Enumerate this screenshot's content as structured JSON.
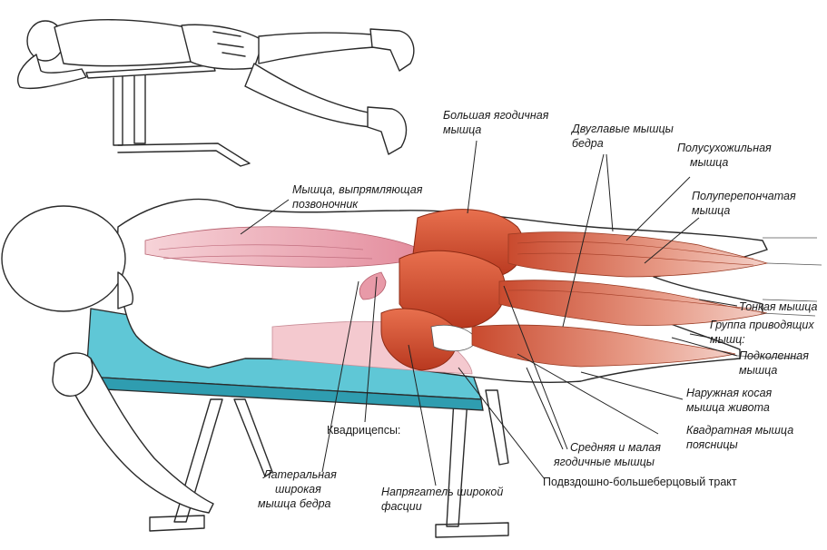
{
  "labels": {
    "gluteus_maximus_1": "Большая ягодичная",
    "gluteus_maximus_2": "мышца",
    "biceps_femoris_1": "Двуглавые мышцы",
    "biceps_femoris_2": "бедра",
    "semitendinosus_1": "Полусухожильная",
    "semitendinosus_2": "мышца",
    "semimembranosus_1": "Полуперепончатая",
    "semimembranosus_2": "мышца",
    "erector_spinae_1": "Мышца, выпрямляющая",
    "erector_spinae_2": "позвоночник",
    "gracilis": "Тонкая мышца",
    "adductors_1": "Группа приводящих",
    "adductors_2": "мышц:",
    "popliteus_1": "Подколенная",
    "popliteus_2": "мышца",
    "external_oblique_1": "Наружная косая",
    "external_oblique_2": "мышца живота",
    "quadratus_lumborum_1": "Квадратная мышца",
    "quadratus_lumborum_2": "поясницы",
    "quadriceps": "Квадрицепсы:",
    "gluteus_medius_minimus_1": "Средняя и малая",
    "gluteus_medius_minimus_2": "ягодичные мышцы",
    "vastus_lateralis_1": "Латеральная",
    "vastus_lateralis_2": "широкая",
    "vastus_lateralis_3": "мышца бедра",
    "tensor_fasciae_latae_1": "Напрягатель широкой",
    "tensor_fasciae_latae_2": "фасции",
    "iliotibial_tract": "Подвздошно-большеберцовый тракт"
  },
  "colors": {
    "muscle_main": "#d9543a",
    "muscle_dark": "#b8381f",
    "muscle_pink": "#e89aa8",
    "muscle_light": "#f3c6c8",
    "bench_top": "#5fc7d6",
    "bench_edge": "#2f9db0",
    "line": "#222222"
  }
}
